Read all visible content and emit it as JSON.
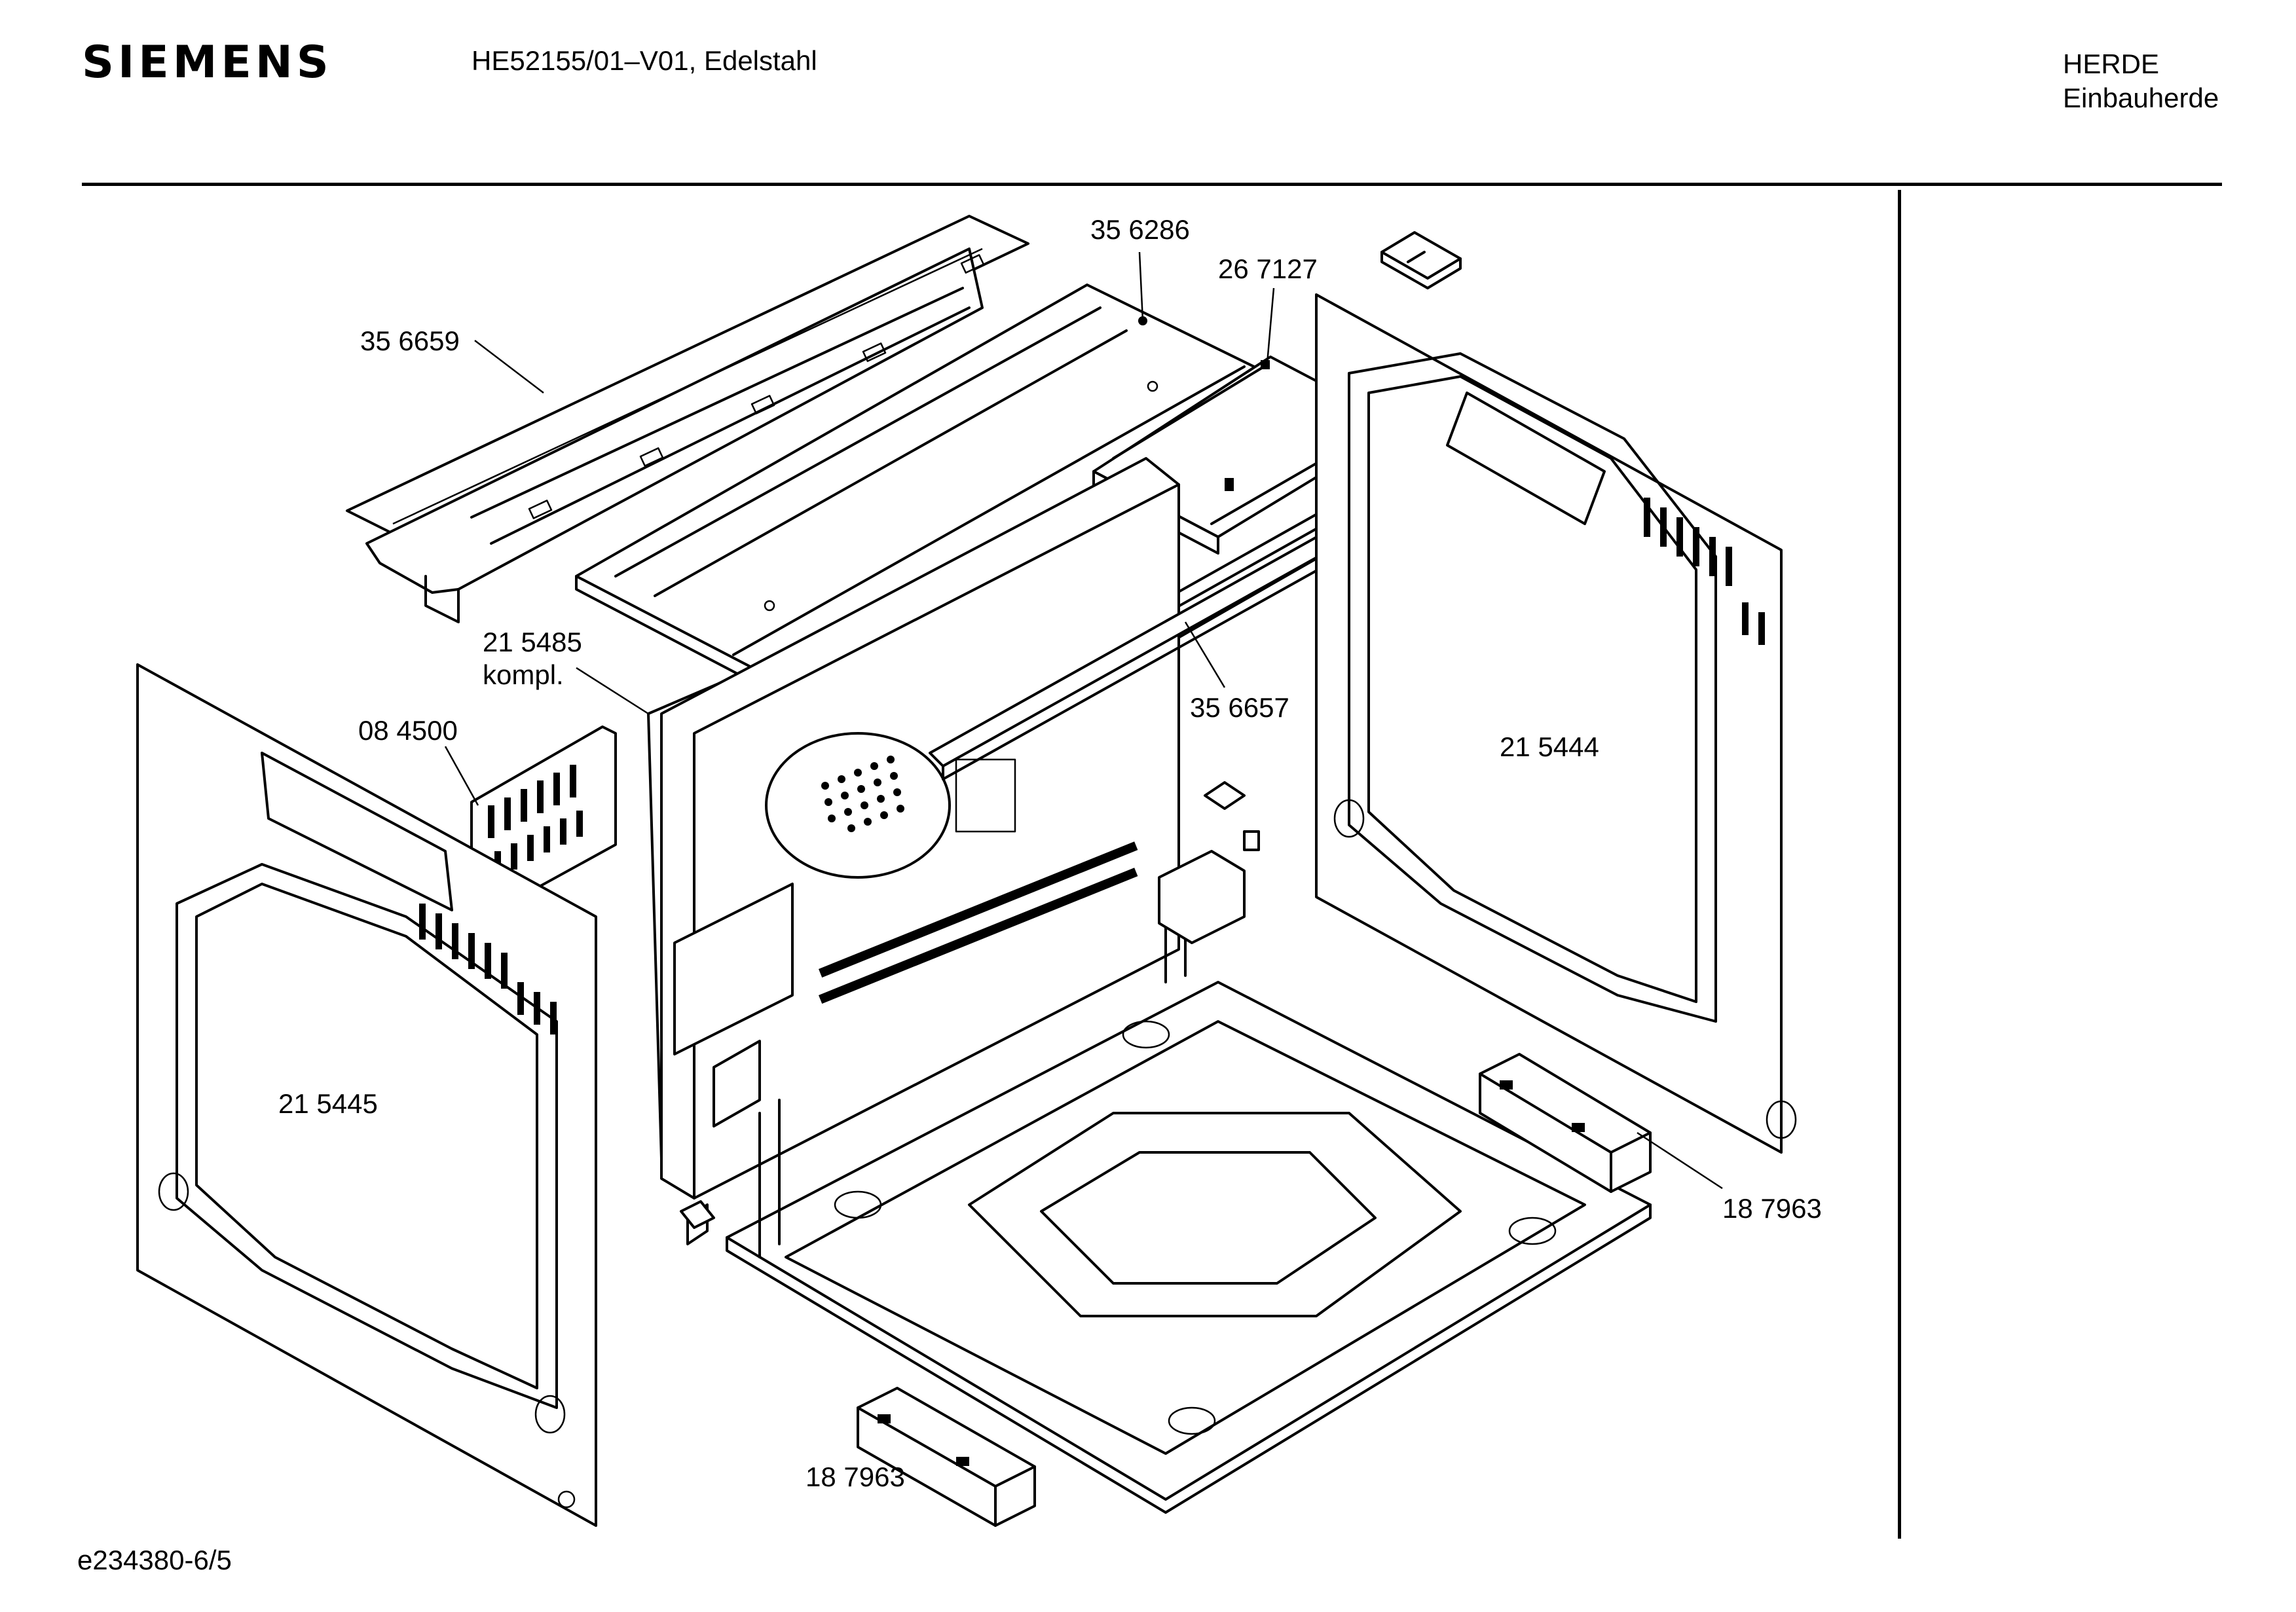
{
  "header": {
    "brand": "SIEMENS",
    "model": "HE52155/01–V01, Edelstahl",
    "category_line1": "HERDE",
    "category_line2": "Einbauherde"
  },
  "footer": {
    "reference": "e234380-6/5"
  },
  "labels": [
    {
      "id": "top-rear-profile",
      "part": "35 6659"
    },
    {
      "id": "top-cover",
      "part": "35 6286"
    },
    {
      "id": "top-bracket",
      "part": "26 7127"
    },
    {
      "id": "rear-wall",
      "part": "21 5485",
      "note": "kompl."
    },
    {
      "id": "vent-grille",
      "part": "08 4500"
    },
    {
      "id": "front-strip",
      "part": "35 6657"
    },
    {
      "id": "right-side-wall",
      "part": "21 5444"
    },
    {
      "id": "left-side-wall",
      "part": "21 5445"
    },
    {
      "id": "rail-right",
      "part": "18 7963"
    },
    {
      "id": "rail-left",
      "part": "18 7963"
    }
  ]
}
